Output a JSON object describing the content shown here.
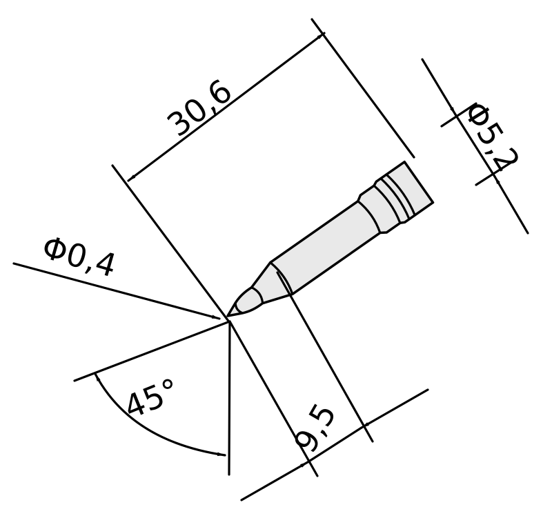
{
  "diagram": {
    "title": "Soldering tip dimension drawing",
    "dimensions": {
      "overall_length": "30,6",
      "shaft_diameter": "Φ5,2",
      "tip_diameter": "Φ0,4",
      "tip_angle": "45°",
      "taper_length": "9,5"
    },
    "colors": {
      "line": "#000000",
      "fill": "#e9e9e9"
    }
  }
}
